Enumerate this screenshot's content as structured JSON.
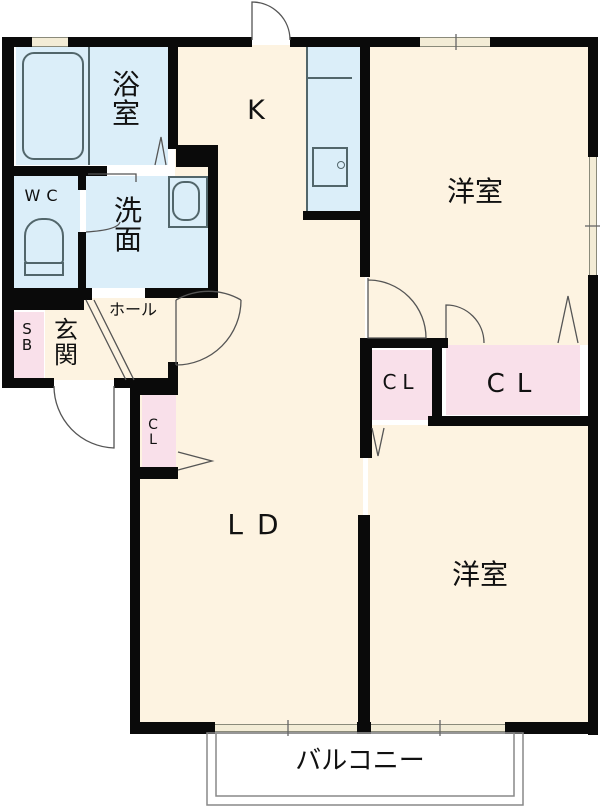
{
  "floorplan": {
    "rooms": {
      "bath": {
        "label": "浴\n室"
      },
      "kitchen": {
        "label": "K"
      },
      "western_room_1": {
        "label": "洋室"
      },
      "wc": {
        "label": "WC"
      },
      "washroom": {
        "label": "洗\n面"
      },
      "hall": {
        "label": "ホール"
      },
      "shoe_box": {
        "label": "S\nB"
      },
      "entrance": {
        "label": "玄\n関"
      },
      "closet_small_ld": {
        "label": "C\nL"
      },
      "closet_center": {
        "label": "CL"
      },
      "closet_bedroom": {
        "label": "CL"
      },
      "living_dining": {
        "label": "LD"
      },
      "western_room_2": {
        "label": "洋室"
      },
      "balcony": {
        "label": "バルコニー"
      }
    },
    "colors": {
      "wall": "#0a0a0a",
      "floor": "#fdf3e1",
      "wet_area": "#dbeef9",
      "storage": "#f9e0ea",
      "fixture_line": "#52666b"
    }
  }
}
